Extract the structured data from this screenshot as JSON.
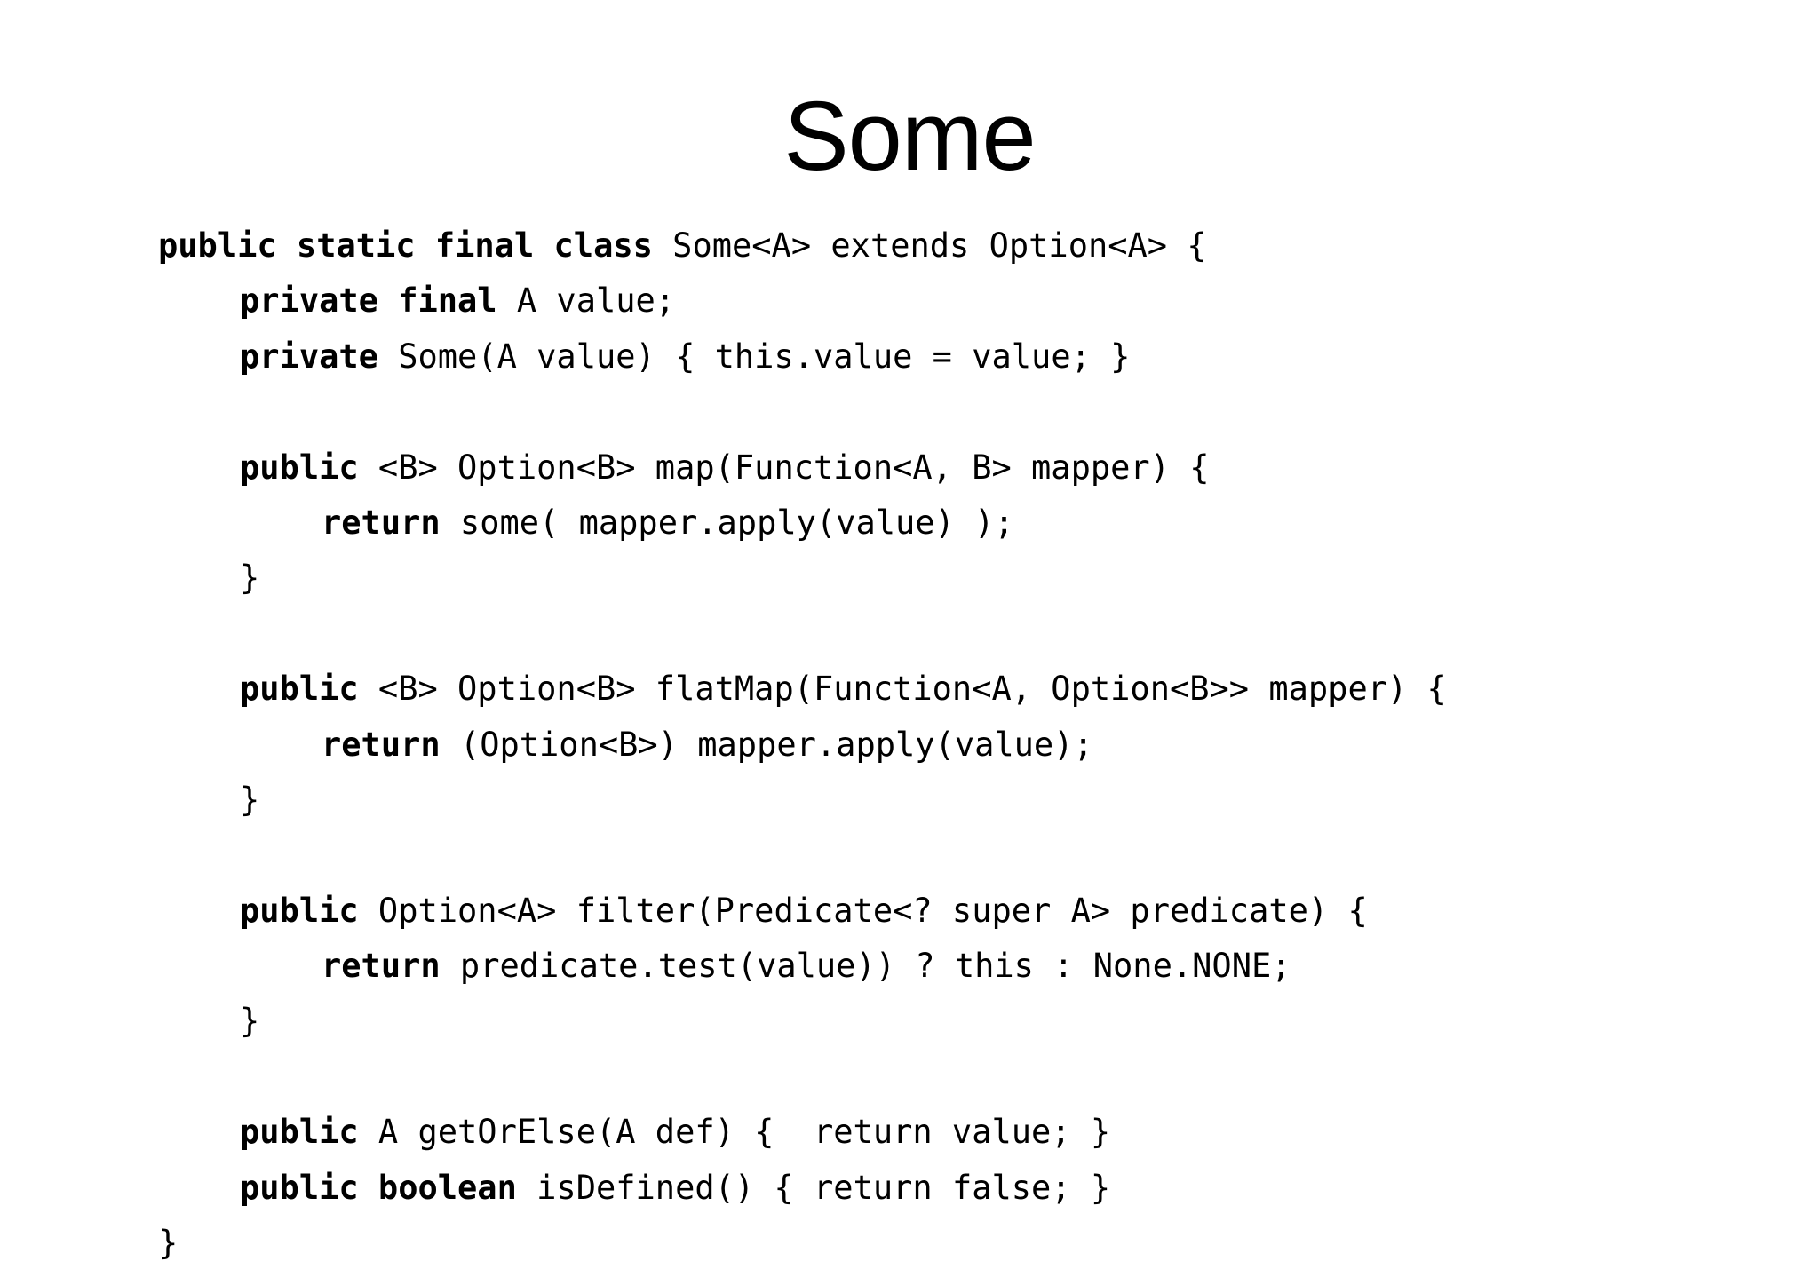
{
  "title": "Some",
  "colors": {
    "background": "#ffffff",
    "text": "#000000"
  },
  "code": {
    "language": "java",
    "lines": [
      {
        "indent": 0,
        "segments": [
          {
            "b": 1,
            "t": "public static final class"
          },
          {
            "b": 0,
            "t": " Some<A> extends Option<A> {"
          }
        ]
      },
      {
        "indent": 1,
        "segments": [
          {
            "b": 1,
            "t": "private final"
          },
          {
            "b": 0,
            "t": " A value;"
          }
        ]
      },
      {
        "indent": 1,
        "segments": [
          {
            "b": 1,
            "t": "private"
          },
          {
            "b": 0,
            "t": " Some(A value) { this.value = value; }"
          }
        ]
      },
      {
        "blank": true
      },
      {
        "indent": 1,
        "segments": [
          {
            "b": 1,
            "t": "public"
          },
          {
            "b": 0,
            "t": " <B> Option<B> map(Function<A, B> mapper) {"
          }
        ]
      },
      {
        "indent": 2,
        "segments": [
          {
            "b": 1,
            "t": "return"
          },
          {
            "b": 0,
            "t": " some( mapper.apply(value) );"
          }
        ]
      },
      {
        "indent": 1,
        "segments": [
          {
            "b": 0,
            "t": "}"
          }
        ]
      },
      {
        "blank": true
      },
      {
        "indent": 1,
        "segments": [
          {
            "b": 1,
            "t": "public"
          },
          {
            "b": 0,
            "t": " <B> Option<B> flatMap(Function<A, Option<B>> mapper) {"
          }
        ]
      },
      {
        "indent": 2,
        "segments": [
          {
            "b": 1,
            "t": "return"
          },
          {
            "b": 0,
            "t": " (Option<B>) mapper.apply(value);"
          }
        ]
      },
      {
        "indent": 1,
        "segments": [
          {
            "b": 0,
            "t": "}"
          }
        ]
      },
      {
        "blank": true
      },
      {
        "indent": 1,
        "segments": [
          {
            "b": 1,
            "t": "public"
          },
          {
            "b": 0,
            "t": " Option<A> filter(Predicate<? super A> predicate) {"
          }
        ]
      },
      {
        "indent": 2,
        "segments": [
          {
            "b": 1,
            "t": "return"
          },
          {
            "b": 0,
            "t": " predicate.test(value)) ? this : None.NONE;"
          }
        ]
      },
      {
        "indent": 1,
        "segments": [
          {
            "b": 0,
            "t": "}"
          }
        ]
      },
      {
        "blank": true
      },
      {
        "indent": 1,
        "segments": [
          {
            "b": 1,
            "t": "public"
          },
          {
            "b": 0,
            "t": " A getOrElse(A def) {  return value; }"
          }
        ]
      },
      {
        "indent": 1,
        "segments": [
          {
            "b": 1,
            "t": "public boolean"
          },
          {
            "b": 0,
            "t": " isDefined() { return false; }"
          }
        ]
      },
      {
        "indent": 0,
        "segments": [
          {
            "b": 0,
            "t": "}"
          }
        ]
      }
    ]
  }
}
